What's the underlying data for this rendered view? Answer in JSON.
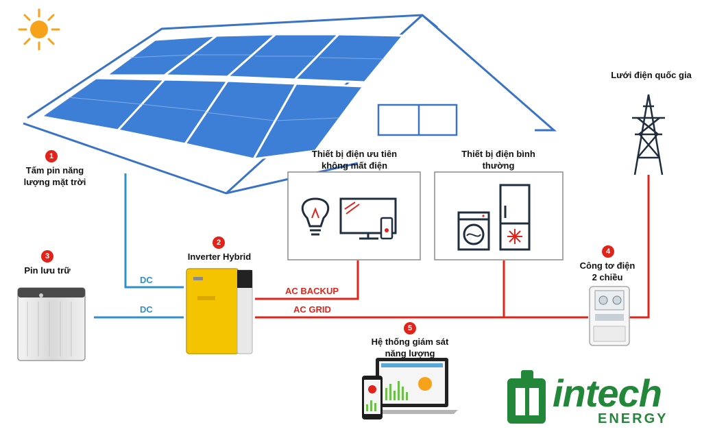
{
  "nodes": {
    "panel": {
      "num": "1",
      "line1": "Tấm pin năng",
      "line2": "lượng mặt trời"
    },
    "inverter": {
      "num": "2",
      "label": "Inverter Hybrid"
    },
    "battery": {
      "num": "3",
      "label": "Pin lưu trữ"
    },
    "meter": {
      "num": "4",
      "line1": "Công tơ điện",
      "line2": "2 chiều"
    },
    "monitor": {
      "num": "5",
      "line1": "Hệ thống giám sát",
      "line2": "năng lượng"
    },
    "grid": {
      "label": "Lưới điện quốc gia"
    },
    "priority": {
      "line1": "Thiết bị điện ưu tiên",
      "line2": "không mất điện"
    },
    "normal": {
      "line1": "Thiết bị điện bình",
      "line2": "thường"
    }
  },
  "wires": {
    "dc_panel": "DC",
    "dc_battery": "DC",
    "ac_backup": "AC BACKUP",
    "ac_grid": "AC GRID"
  },
  "logo": {
    "name": "intech",
    "sub": "ENERGY"
  },
  "colors": {
    "dc": "#2f8fcf",
    "ac": "#e2231a",
    "panel": "#3d7fd6",
    "roof": "#3a73c5",
    "brand": "#23873a",
    "inverter": "#f5c400"
  }
}
